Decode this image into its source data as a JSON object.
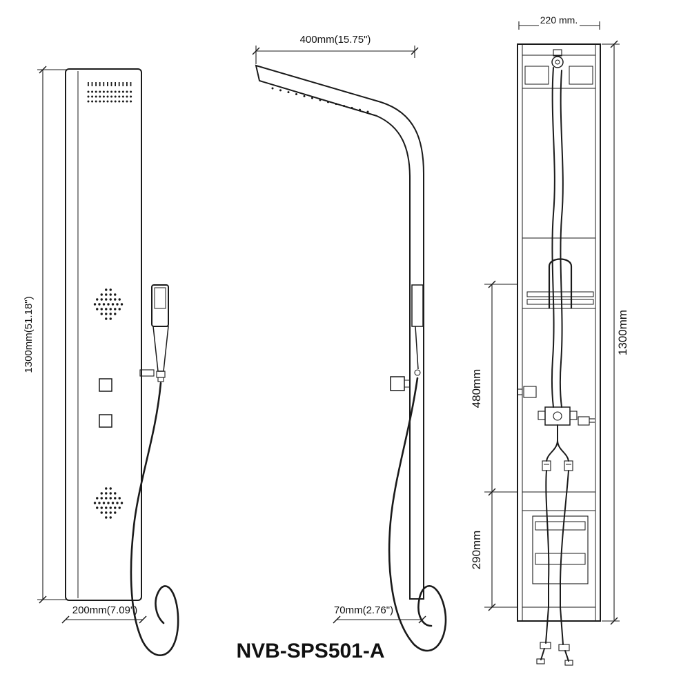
{
  "title": "NVB-SPS501-A",
  "colors": {
    "line": "#1a1a1a",
    "background": "#ffffff"
  },
  "views": {
    "front": {
      "height_label": "1300mm(51.18\")",
      "width_label": "200mm(7.09\")"
    },
    "side": {
      "head_width_label": "400mm(15.75\")",
      "depth_label": "70mm(2.76\")"
    },
    "back": {
      "top_width_label": "220 mm.",
      "height_label": "1300mm",
      "upper_section_label": "480mm",
      "lower_section_label": "290mm"
    }
  }
}
